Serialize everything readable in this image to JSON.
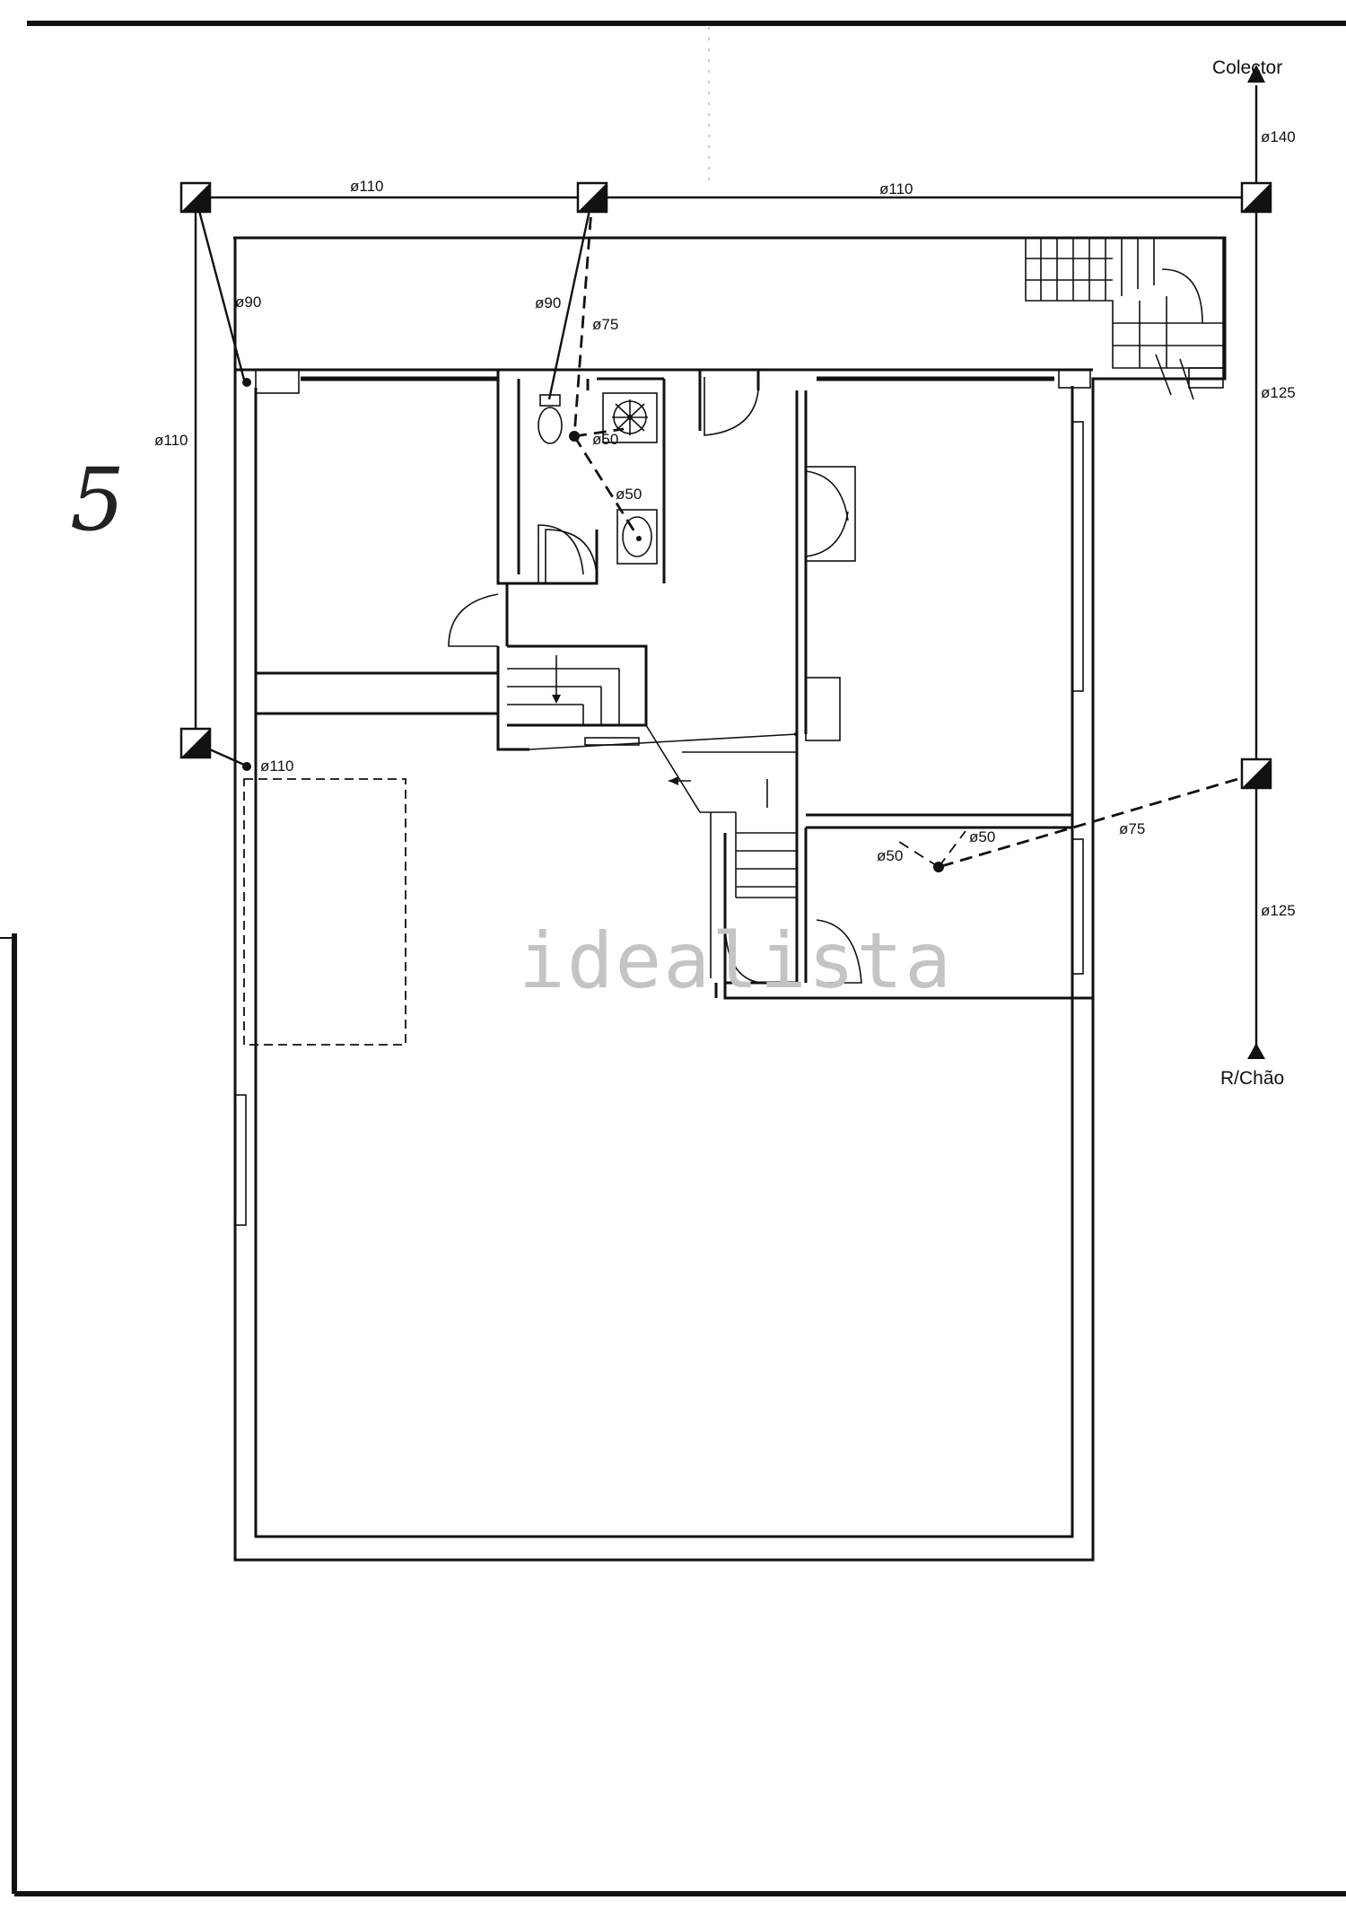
{
  "sheet": {
    "number": "5"
  },
  "labels": {
    "collector": "Colector",
    "ground_floor": "R/Chão",
    "top_left_segment": "ø110",
    "top_right_segment": "ø110",
    "left_vertical": "ø110",
    "diag_left": "ø90",
    "diag_mid": "ø90",
    "dashed_mid": "ø75",
    "collector_pipe": "ø140",
    "right_upper": "ø125",
    "right_lower": "ø125",
    "bottom_left_link": "ø110",
    "shower_drain": "ø50",
    "basin_drain": "ø50",
    "lower_room_a": "ø50",
    "lower_room_b": "ø50",
    "lower_room_branch": "ø75"
  },
  "watermark": {
    "text": "idealista"
  }
}
